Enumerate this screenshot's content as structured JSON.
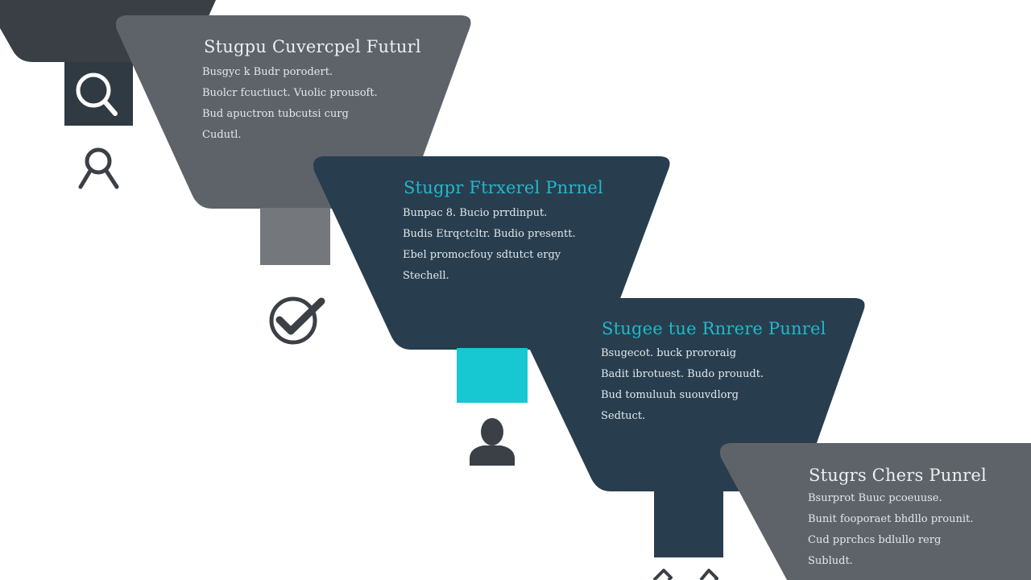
{
  "colors": {
    "funnel_gray": "#5e6369",
    "funnel_dark": "#283e4f",
    "stem_dark": "#2f3a42",
    "stem_gray": "#74787d",
    "stem_cyan": "#17c7d2",
    "stem_navy": "#283e4f",
    "title_light": "#eceff1",
    "title_accent": "#22b8c8",
    "body_text": "#e4e8eb",
    "icon_dark": "#3b4046",
    "icon_light": "#ffffff"
  },
  "stages": [
    {
      "title": "Stugpu Cuvercpel Futurl",
      "lines": [
        "Busgyc k Budr porodert.",
        "Buolcr fcuctiuct. Vuolic prousoft.",
        "Bud apuctron tubcutsi curg",
        "Cudutl."
      ],
      "icon": "search-icon"
    },
    {
      "title": "Stugpr Ftrxerel Pnrnel",
      "lines": [
        "Bunpac 8. Bucio prrdinput.",
        "Budis Etrqctcltr. Budio presentt.",
        "Ebel promocfouy sdtutct ergy",
        "Stechell."
      ],
      "icon": "check-icon"
    },
    {
      "title": "Stugee tue Rnrere Punrel",
      "lines": [
        "Bsugecot. buck prororaig",
        "Badit ibrotuest. Budo prouudt.",
        "Bud tomuluuh suouvdlorg",
        "Sedtuct."
      ],
      "icon": "user-icon"
    },
    {
      "title": "Stugrs Chers Punrel",
      "lines": [
        "Bsurprot Buuc pcoeuuse.",
        "Bunit fooporaet bhdllo prounit.",
        "Cud pprchcs bdlullo rerg",
        "Subludt."
      ],
      "icon": "pencil-icon"
    }
  ]
}
